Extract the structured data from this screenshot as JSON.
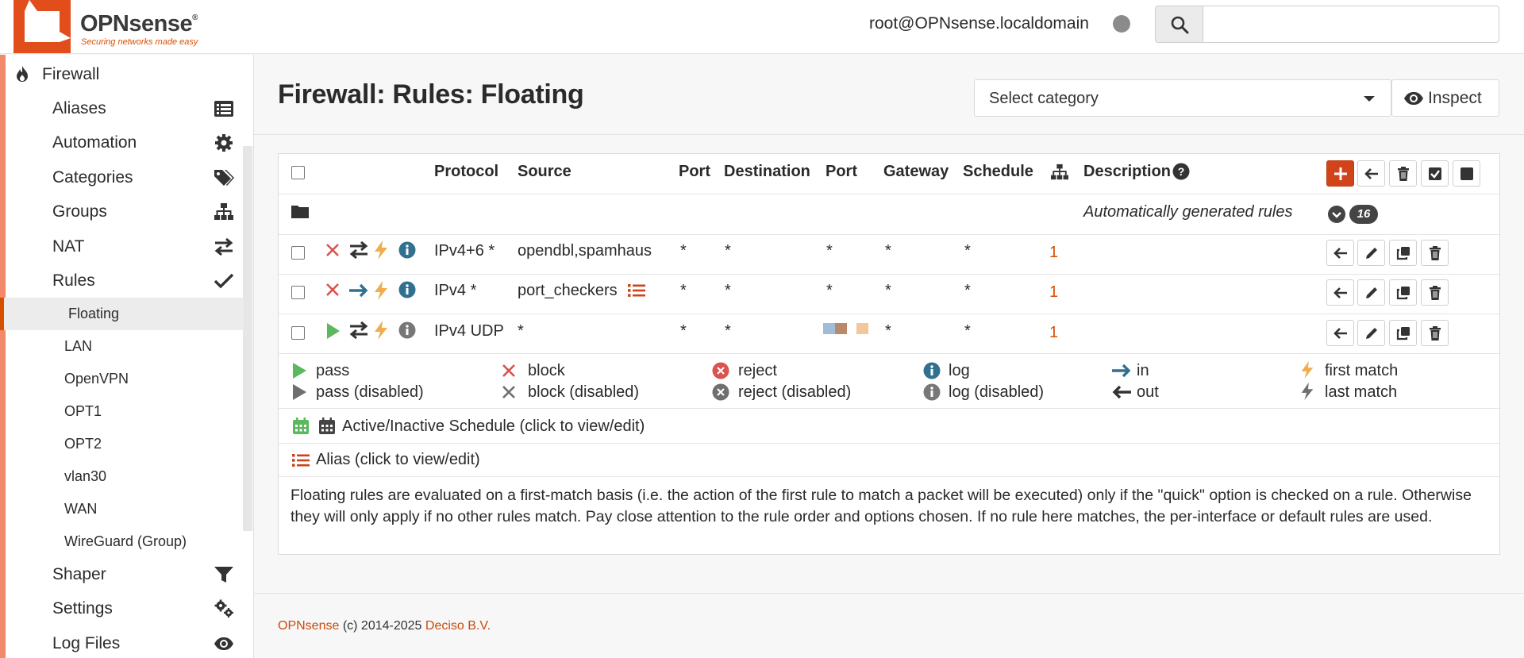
{
  "header": {
    "brand_name": "OPNsense",
    "brand_mark": "®",
    "brand_tagline": "Securing networks made easy",
    "user": "root@OPNsense.localdomain",
    "search_placeholder": ""
  },
  "sidebar": {
    "section": "Firewall",
    "items": [
      {
        "label": "Aliases",
        "icon": "list-icon"
      },
      {
        "label": "Automation",
        "icon": "gear-icon"
      },
      {
        "label": "Categories",
        "icon": "tags-icon"
      },
      {
        "label": "Groups",
        "icon": "sitemap-icon"
      },
      {
        "label": "NAT",
        "icon": "exchange-icon"
      },
      {
        "label": "Rules",
        "icon": "check-icon"
      }
    ],
    "rules_sub": [
      "Floating",
      "LAN",
      "OpenVPN",
      "OPT1",
      "OPT2",
      "vlan30",
      "WAN",
      "WireGuard (Group)"
    ],
    "bottom": [
      {
        "label": "Shaper",
        "icon": "filter-icon"
      },
      {
        "label": "Settings",
        "icon": "gears-icon"
      },
      {
        "label": "Log Files",
        "icon": "eye-icon"
      }
    ]
  },
  "page": {
    "title": "Firewall: Rules: Floating",
    "category_select": "Select category",
    "inspect_label": "Inspect"
  },
  "table": {
    "headers": {
      "protocol": "Protocol",
      "source": "Source",
      "port": "Port",
      "destination": "Destination",
      "dport": "Port",
      "gateway": "Gateway",
      "schedule": "Schedule",
      "description": "Description"
    },
    "auto_label": "Automatically generated rules",
    "auto_count": "16",
    "rows": [
      {
        "action": "block",
        "direction": "both",
        "protocol": "IPv4+6 *",
        "source": "opendbl,spamhaus",
        "sport": "*",
        "destination": "*",
        "dport": "*",
        "gateway": "*",
        "schedule": "*",
        "count": "1"
      },
      {
        "action": "block",
        "direction": "in",
        "protocol": "IPv4 *",
        "source": "port_checkers",
        "sport": "*",
        "destination": "*",
        "dport": "*",
        "gateway": "*",
        "schedule": "*",
        "count": "1"
      },
      {
        "action": "pass",
        "direction": "both",
        "protocol": "IPv4 UDP",
        "source": "*",
        "sport": "*",
        "destination": "*",
        "dport": "",
        "gateway": "*",
        "schedule": "*",
        "count": "1"
      }
    ]
  },
  "legend": {
    "pass": "pass",
    "pass_disabled": "pass (disabled)",
    "block": "block",
    "block_disabled": "block (disabled)",
    "reject": "reject",
    "reject_disabled": "reject (disabled)",
    "log": "log",
    "log_disabled": "log (disabled)",
    "in": "in",
    "out": "out",
    "first_match": "first match",
    "last_match": "last match",
    "schedule": "Active/Inactive Schedule (click to view/edit)",
    "alias": "Alias (click to view/edit)"
  },
  "info": "Floating rules are evaluated on a first-match basis (i.e. the action of the first rule to match a packet will be executed) only if the \"quick\" option is checked on a rule. Otherwise they will only apply if no other rules match. Pay close attention to the rule order and options chosen. If no rule here matches, the per-interface or default rules are used.",
  "footer": {
    "brand": "OPNsense",
    "middle": " (c) 2014-2025 ",
    "company": "Deciso B.V."
  },
  "colors": {
    "accent": "#d94f00",
    "pass": "#5cb85c",
    "block": "#d9534f",
    "info": "#31708f"
  }
}
